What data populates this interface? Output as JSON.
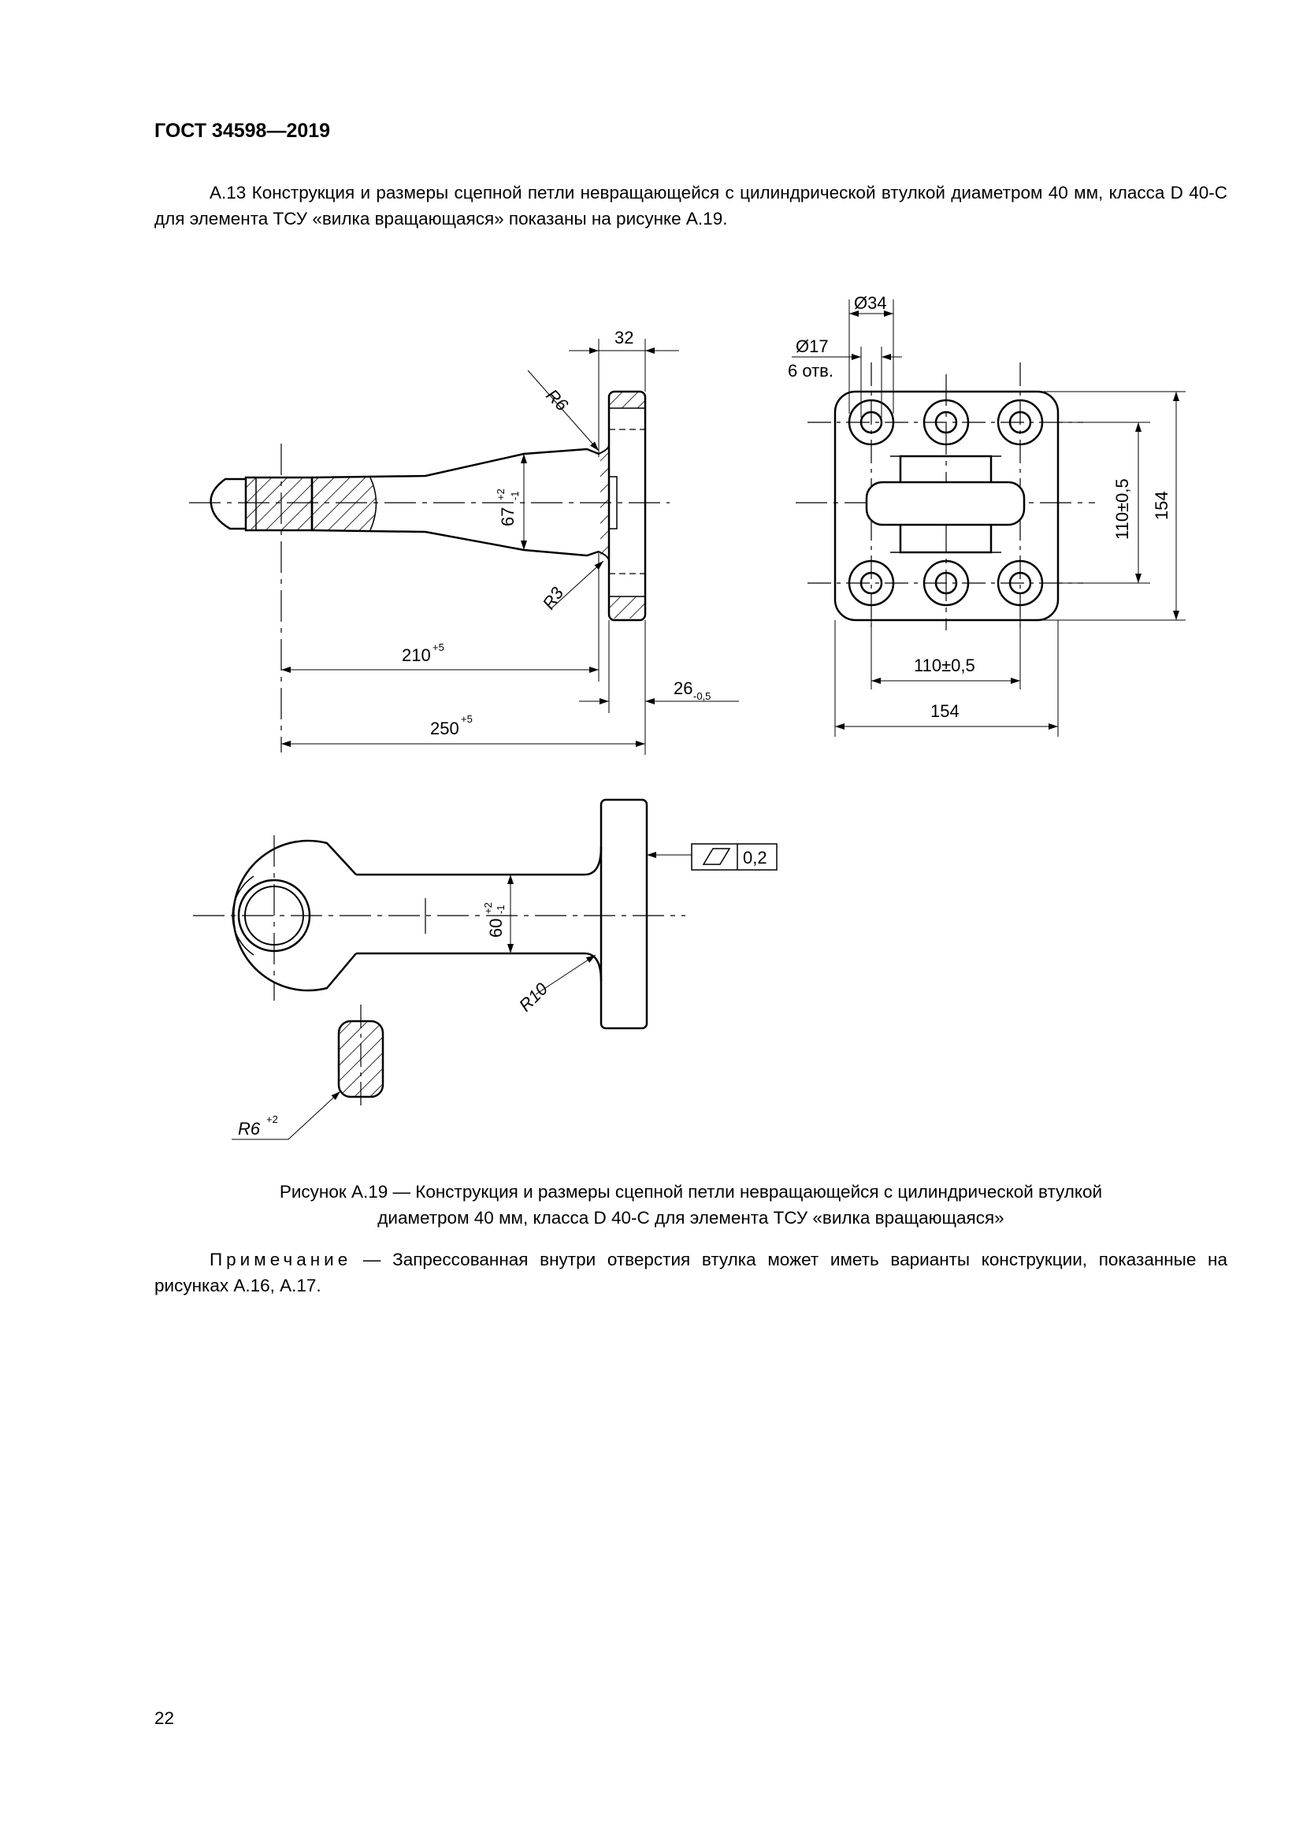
{
  "header": {
    "standard": "ГОСТ 34598—2019"
  },
  "intro_paragraph": "А.13 Конструкция и размеры сцепной петли невращающейся с цилиндрической втулкой диаметром 40 мм, класса D 40-С для элемента ТСУ «вилка вращающаяся» показаны на рисунке А.19.",
  "figure": {
    "dims": {
      "d32": "32",
      "r6": "R6",
      "d67": "67",
      "d67_tol_up": "+2",
      "d67_tol_dn": "-1",
      "r3": "R3",
      "d210": "210",
      "d210_tol": "+5",
      "d26": "26",
      "d26_tol": "-0,5",
      "d250": "250",
      "d250_tol": "+5",
      "d34": "Ø34",
      "d17": "Ø17",
      "holes": "6 отв.",
      "d110v": "110±0,5",
      "d154v": "154",
      "d110h": "110±0,5",
      "d154h": "154",
      "d60": "60",
      "d60_tol_up": "+2",
      "d60_tol_dn": "-1",
      "r10": "R10",
      "tolerance_value": "0,2",
      "r6b": "R6",
      "r6b_tol": "+2"
    },
    "caption_line1": "Рисунок А.19 — Конструкция и размеры сцепной петли невращающейся с цилиндрической втулкой",
    "caption_line2": "диаметром 40 мм, класса D 40-С для элемента ТСУ «вилка вращающаяся»"
  },
  "note": {
    "label": "Примечание",
    "text": " — Запрессованная внутри отверстия втулка может иметь варианты конструкции, показанные на рисунках А.16, А.17."
  },
  "page_number": "22"
}
